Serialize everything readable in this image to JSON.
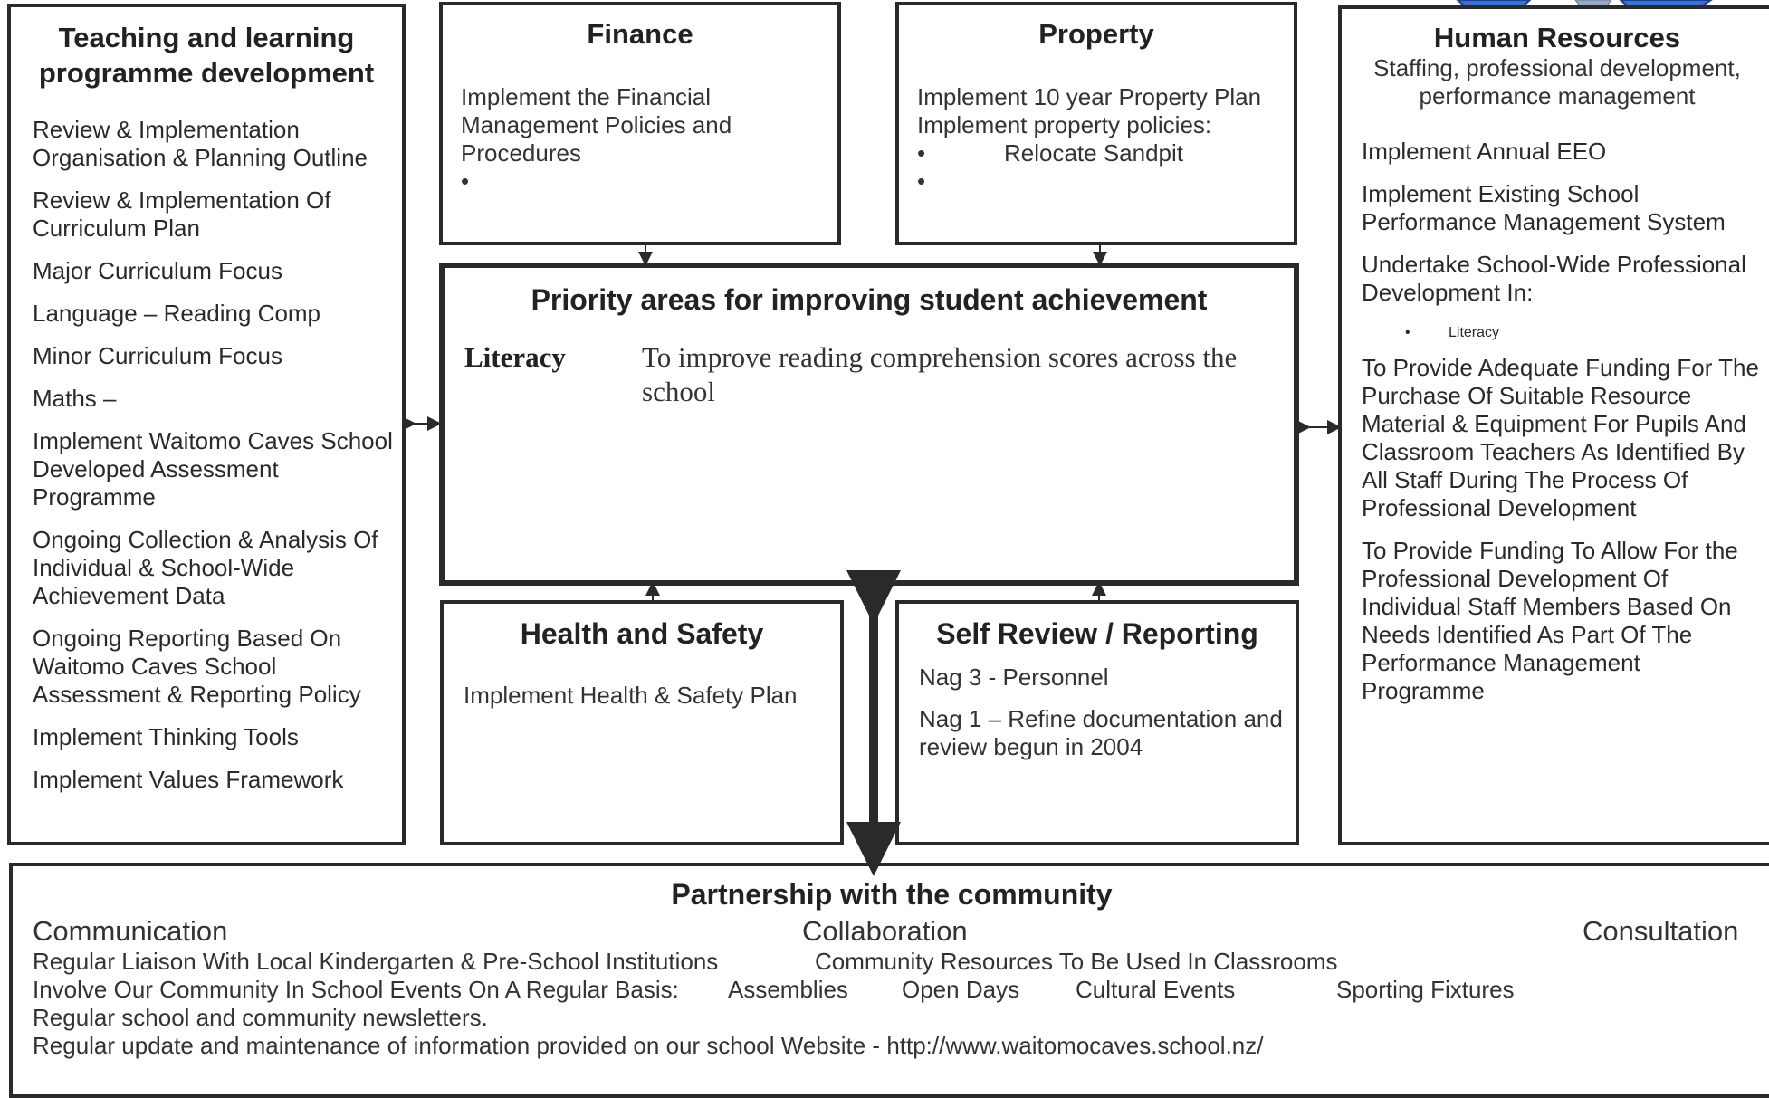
{
  "teaching": {
    "title": "Teaching and learning programme development",
    "items": [
      "Review & Implementation Organisation & Planning Outline",
      "Review & Implementation Of Curriculum Plan",
      "Major Curriculum Focus",
      "Language – Reading Comp",
      "Minor Curriculum Focus",
      "Maths –",
      "Implement Waitomo Caves School Developed Assessment Programme",
      "Ongoing Collection & Analysis Of Individual & School-Wide Achievement Data",
      "Ongoing Reporting Based On Waitomo Caves School Assessment & Reporting Policy",
      "Implement Thinking Tools",
      "Implement Values Framework"
    ]
  },
  "finance": {
    "title": "Finance",
    "text": "Implement the Financial Management Policies and Procedures",
    "bullet": "•"
  },
  "property": {
    "title": "Property",
    "line1": "Implement 10 year Property Plan",
    "line2": "Implement property policies:",
    "bullet1": "Relocate Sandpit",
    "bullet_char": "•"
  },
  "hr": {
    "title": "Human Resources",
    "subtitle": "Staffing, professional development, performance management",
    "items": [
      "Implement Annual EEO",
      "Implement Existing School Performance Management System",
      "Undertake School-Wide Professional Development In:"
    ],
    "sub_bullet": "Literacy",
    "items2": [
      "To Provide Adequate Funding For The Purchase Of Suitable Resource Material & Equipment For Pupils And Classroom Teachers As Identified By All Staff During The Process Of Professional Development",
      "To Provide Funding To Allow For the Professional Development Of Individual Staff Members Based On Needs Identified As Part Of The Performance Management Programme"
    ]
  },
  "priority": {
    "title": "Priority areas for improving student achievement",
    "label": "Literacy",
    "text": "To improve reading comprehension scores across the school"
  },
  "health": {
    "title": "Health and Safety",
    "text": "Implement Health & Safety Plan"
  },
  "review": {
    "title": "Self Review / Reporting",
    "items": [
      "Nag 3 - Personnel",
      "Nag 1 – Refine documentation and review begun in 2004"
    ]
  },
  "community": {
    "title": "Partnership with the community",
    "col1": "Communication",
    "col2": "Collaboration",
    "col3": "Consultation",
    "line1a": "Regular Liaison With Local Kindergarten & Pre-School Institutions",
    "line1b": "Community Resources To Be Used In Classrooms",
    "line2a": "Involve Our Community In School Events On A Regular Basis:",
    "line2_events": [
      "Assemblies",
      "Open Days",
      "Cultural Events",
      "Sporting Fixtures"
    ],
    "line3": "Regular school and community newsletters.",
    "line4": "Regular update and maintenance of information provided on our school Website - http://www.waitomocaves.school.nz/"
  }
}
